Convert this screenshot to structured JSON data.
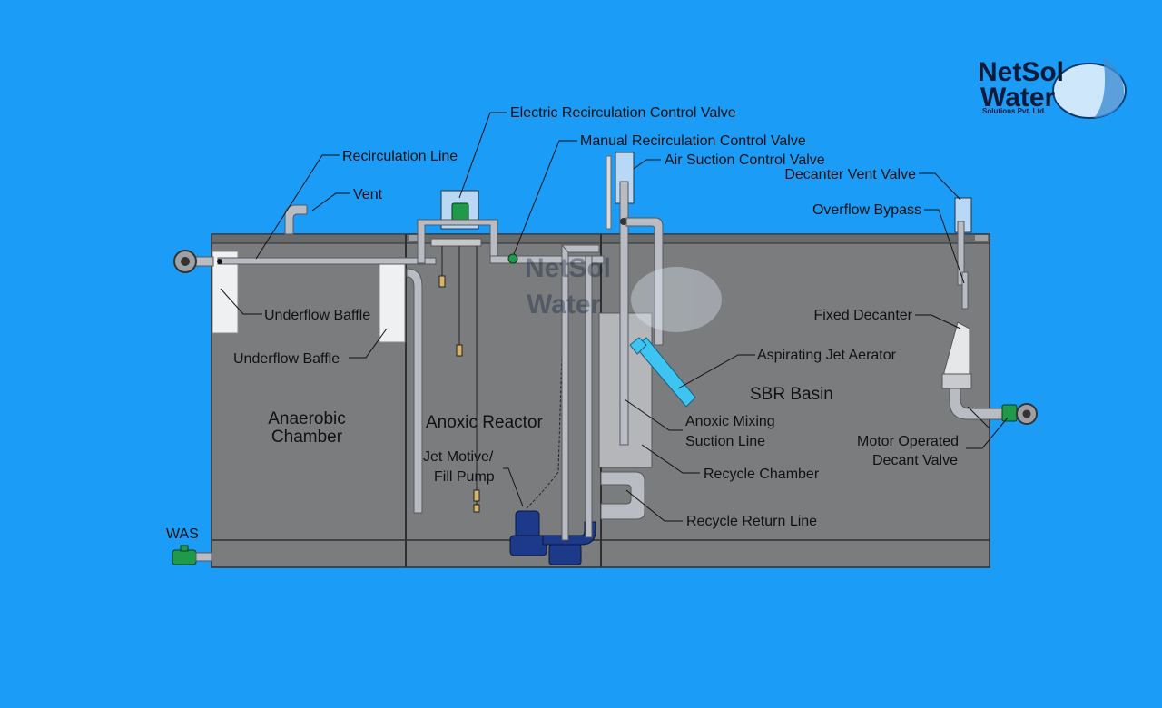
{
  "logo": {
    "line1": "NetSol",
    "line2": "Water",
    "line3": "Solutions Pvt. Ltd."
  },
  "labels": {
    "electric_recirc_valve": "Electric Recirculation Control Valve",
    "manual_recirc_valve": "Manual Recirculation Control Valve",
    "air_suction_valve": "Air Suction Control Valve",
    "recirculation_line": "Recirculation Line",
    "vent": "Vent",
    "decanter_vent_valve": "Decanter Vent Valve",
    "overflow_bypass": "Overflow Bypass",
    "underflow_baffle_1": "Underflow Baffle",
    "underflow_baffle_2": "Underflow Baffle",
    "fixed_decanter": "Fixed Decanter",
    "aspirating_jet_aerator": "Aspirating Jet Aerator",
    "sbr_basin": "SBR Basin",
    "anaerobic_chamber_1": "Anaerobic",
    "anaerobic_chamber_2": "Chamber",
    "anoxic_reactor": "Anoxic Reactor",
    "anoxic_mixing_1": "Anoxic Mixing",
    "anoxic_mixing_2": "Suction Line",
    "motor_decant_1": "Motor Operated",
    "motor_decant_2": "Decant Valve",
    "jet_motive_1": "Jet Motive/",
    "jet_motive_2": "Fill Pump",
    "recycle_chamber": "Recycle Chamber",
    "recycle_return_line": "Recycle Return Line",
    "was": "WAS"
  },
  "colors": {
    "background": "#1a9cf7",
    "tank": "#7b7c7e",
    "pipe": "#b9bcc2",
    "valve_green": "#1f9a4a",
    "aerator_cyan": "#3ec4f0",
    "pump_blue": "#1d3a8a"
  }
}
